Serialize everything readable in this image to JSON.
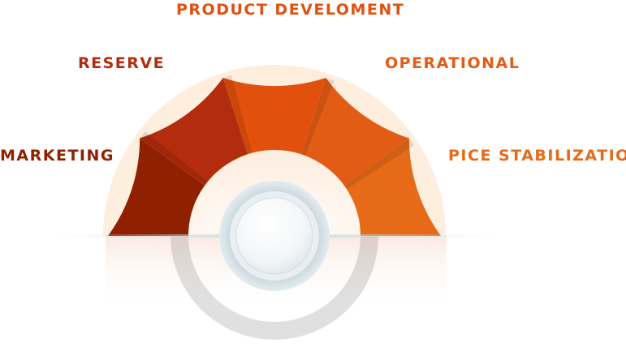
{
  "segments": [
    {
      "label": "MARKETING",
      "color": "#8f2100"
    },
    {
      "label": "RESERVE",
      "color": "#b42c0e"
    },
    {
      "label": "PRODUCT DEVELOMENT",
      "color": "#e2500e"
    },
    {
      "label": "OPERATIONAL",
      "color": "#e35c16"
    },
    {
      "label": "PICE STABILIZATION",
      "color": "#e66a18"
    }
  ],
  "colors": {
    "outer_ring": "#fdeede",
    "inner_disc": "#fff5ec",
    "hub": "#f7f9fb",
    "hub_ring": "#cfdbe1"
  }
}
